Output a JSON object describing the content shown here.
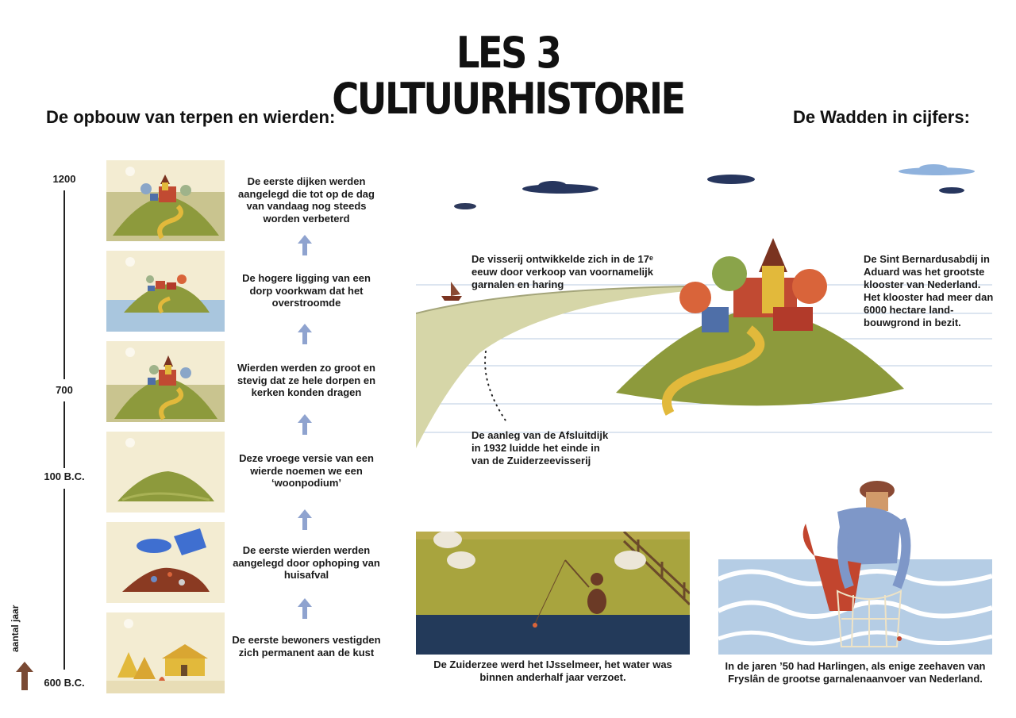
{
  "title": {
    "line1": "LES 3",
    "line2": "CULTUURHISTORIE"
  },
  "left_heading": "De opbouw van terpen en wierden:",
  "right_heading": "De Wadden in cijfers:",
  "timeline": {
    "years": [
      "1200",
      "700",
      "100 B.C.",
      "600 B.C."
    ],
    "axis_label": "aantal jaar",
    "arrow_color": "#7a4a34"
  },
  "stages": [
    {
      "text": "De eerste dijken werden aangelegd die tot op de dag van vandaag nog steeds worden verbeterd"
    },
    {
      "text": "De hogere ligging van een dorp voorkwam dat het overstroomde"
    },
    {
      "text": "Wierden werden zo groot en stevig dat ze hele dorpen en kerken konden dragen"
    },
    {
      "text": "Deze vroege versie van een wierde noemen we een ‘woonpodium’"
    },
    {
      "text": "De eerste wierden werden aangelegd door ophoping van huisafval"
    },
    {
      "text": "De eerste bewoners vestigden zich permanent aan de kust"
    }
  ],
  "facts": {
    "visserij": "De visserij ontwikkelde zich in de 17ᵉ eeuw door verkoop van voornamelijk garnalen en haring",
    "abdij": "De Sint Bernardusabdij in Aduard was het grootste klooster van Nederland. Het klooster had meer dan 6000 hectare land-bouwgrond in bezit.",
    "afsluitdijk": "De aanleg van de Afsluitdijk in 1932 luidde het einde in van de Zuiderzeevisserij",
    "zuiderzee": "De Zuiderzee werd het IJsselmeer, het water was binnen anderhalf jaar verzoet.",
    "harlingen": "In de jaren ’50 had Harlingen, als enige zeehaven van Fryslân de grootse garnalenaanvoer van Nederland."
  },
  "colors": {
    "arrow_blue": "#8fa3cf",
    "grass": "#8d9a3c",
    "sea": "#a9c6de",
    "roof_red": "#b23a2a",
    "path_yellow": "#e2b93b"
  }
}
